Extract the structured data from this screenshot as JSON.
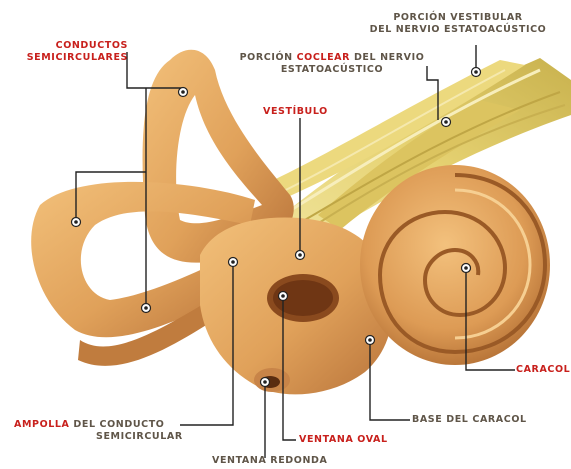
{
  "labels": {
    "conductos_semicirculares": {
      "line1": "CONDUCTOS",
      "line2": "SEMICIRCULARES"
    },
    "porcion_vestibular": {
      "line1": "PORCIÓN VESTIBULAR",
      "line2": "DEL NERVIO ESTATOACÚSTICO"
    },
    "porcion_coclear": {
      "pre": "PORCIÓN ",
      "highlight": "COCLEAR",
      "post": " DEL NERVIO",
      "line2": "ESTATOACÚSTICO"
    },
    "vestibulo": "VESTÍBULO",
    "caracol": "CARACOL",
    "base_caracol": "BASE DEL CARACOL",
    "ventana_oval": "VENTANA OVAL",
    "ampolla": {
      "highlight": "AMPOLLA",
      "rest": " DEL CONDUCTO",
      "line2": "SEMICIRCULAR"
    },
    "ventana_redonda": "VENTANA REDONDA"
  },
  "colors": {
    "label_red": "#c8201c",
    "label_gray": "#5f5548",
    "bone": "#e0a15a",
    "bone_shadow": "#a8642c",
    "nerve": "#e8d575"
  }
}
